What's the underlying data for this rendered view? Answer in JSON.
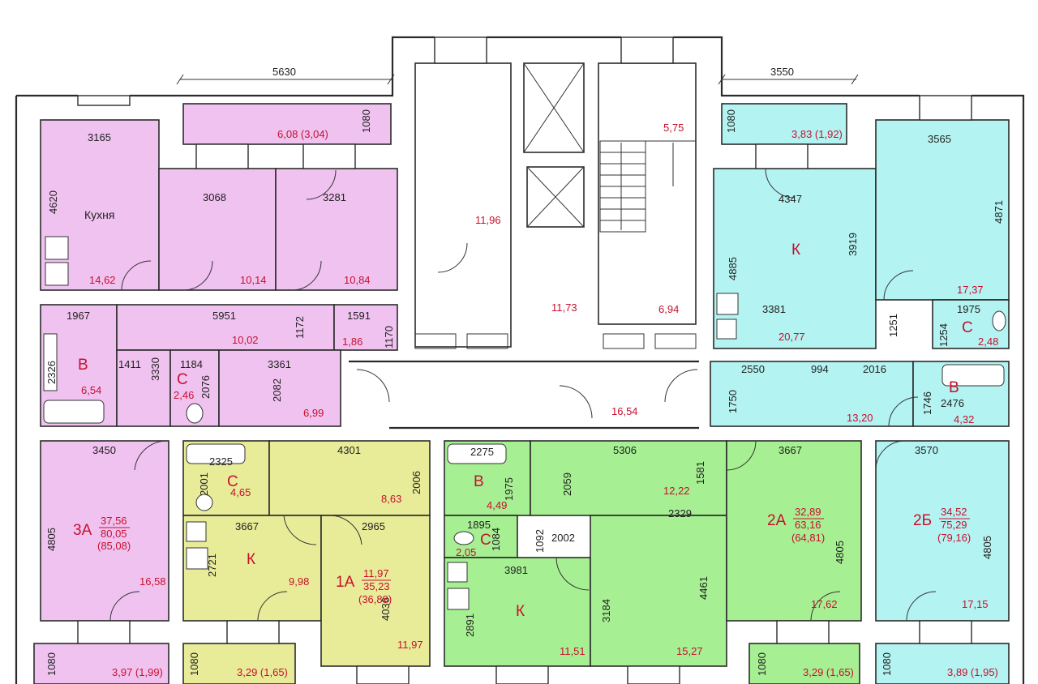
{
  "colors": {
    "apt3A": "#f0c2f0",
    "apt1A": "#e8ec98",
    "apt2A": "#a6ef92",
    "apt2B": "#b3f3f1",
    "common": "#ffffff",
    "accent": "#c8102e"
  },
  "dims": {
    "d5630": "5630",
    "d3550": "3550",
    "d3165": "3165",
    "d1080a": "1080",
    "d3068": "3068",
    "d3281": "3281",
    "d4620": "4620",
    "d1967": "1967",
    "d5951": "5951",
    "d1591": "1591",
    "d1172": "1172",
    "d1170": "1170",
    "d2326": "2326",
    "d1411": "1411",
    "d3330": "3330",
    "d1184": "1184",
    "d3361": "3361",
    "d2076": "2076",
    "d2082": "2082",
    "d3450": "3450",
    "d4805a": "4805",
    "d1080b": "1080",
    "d2325": "2325",
    "d4301": "4301",
    "d2006": "2006",
    "d2001": "2001",
    "d3667a": "3667",
    "d2965": "2965",
    "d2721": "2721",
    "d4036": "4036",
    "d1080c": "1080",
    "d2275": "2275",
    "d5306": "5306",
    "d1975a": "1975",
    "d2059": "2059",
    "d1581": "1581",
    "d3667b": "3667",
    "d1895": "1895",
    "d1084": "1084",
    "d1092": "1092",
    "d2002": "2002",
    "d2329": "2329",
    "d3981": "3981",
    "d2891": "2891",
    "d3184": "3184",
    "d4461": "4461",
    "d4805b": "4805",
    "d1080d": "1080",
    "d1080e": "1080",
    "d3565": "3565",
    "d4347": "4347",
    "d3919": "3919",
    "d4871": "4871",
    "d4885": "4885",
    "d3381": "3381",
    "d1975b": "1975",
    "d1251": "1251",
    "d1254": "1254",
    "d2550": "2550",
    "d994": "994",
    "d2016": "2016",
    "d1750": "1750",
    "d2476": "2476",
    "d1746": "1746",
    "d3570": "3570",
    "d4805c": "4805",
    "d1080f": "1080"
  },
  "areas": {
    "a_balc_top": "6,08 (3,04)",
    "a_kitchen3A": "14,62",
    "a_1014": "10,14",
    "a_1084": "10,84",
    "a_1002": "10,02",
    "a_186": "1,86",
    "a_654": "6,54",
    "a_246": "2,46",
    "a_699": "6,99",
    "a_1658": "16,58",
    "a_balc3A": "3,97 (1,99)",
    "a_465": "4,65",
    "a_863": "8,63",
    "a_998": "9,98",
    "a_1197": "11,97",
    "a_balc1A": "3,29 (1,65)",
    "a_449": "4,49",
    "a_1222": "12,22",
    "a_205": "2,05",
    "a_1151": "11,51",
    "a_1527": "15,27",
    "a_1762": "17,62",
    "a_balc2A": "3,29 (1,65)",
    "a_1196": "11,96",
    "a_575": "5,75",
    "a_1173": "11,73",
    "a_694": "6,94",
    "a_1654": "16,54",
    "a_balc_topR": "3,83 (1,92)",
    "a_1737": "17,37",
    "a_2077": "20,77",
    "a_248": "2,48",
    "a_1320": "13,20",
    "a_432": "4,32",
    "a_1715": "17,15",
    "a_balc2B": "3,89 (1,95)"
  },
  "labels": {
    "kitchen_word": "Кухня",
    "B1": "В",
    "C1": "С",
    "C2": "С",
    "K1": "К",
    "B2": "В",
    "C3": "С",
    "K2": "К",
    "K3": "К",
    "C4": "С",
    "B3": "В"
  },
  "apartments": {
    "a3A": {
      "name": "3А",
      "living": "37,56",
      "total": "80,05",
      "with_balcony": "(85,08)"
    },
    "a1A": {
      "name": "1А",
      "living": "11,97",
      "total": "35,23",
      "with_balcony": "(36,88)"
    },
    "a2A": {
      "name": "2А",
      "living": "32,89",
      "total": "63,16",
      "with_balcony": "(64,81)"
    },
    "a2B": {
      "name": "2Б",
      "living": "34,52",
      "total": "75,29",
      "with_balcony": "(79,16)"
    }
  }
}
